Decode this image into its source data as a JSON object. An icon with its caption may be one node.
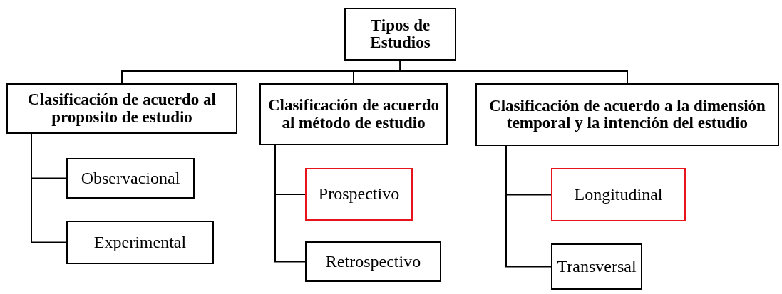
{
  "diagram": {
    "nodes": [
      {
        "text": [
          "Tipos de Estudios"
        ]
      },
      {
        "text": [
          "Clasificación de acuerdo al proposito de estudio"
        ]
      },
      {
        "text": [
          "Clasificación de acuerdo al método de estudio"
        ]
      },
      {
        "text": [
          "Clasificación de acuerdo a la dimensión temporal y la intención del estudio"
        ]
      },
      {
        "text": [
          "Observacional"
        ]
      },
      {
        "text": [
          "Experimental"
        ]
      },
      {
        "text": [
          "Prospectivo"
        ]
      },
      {
        "text": [
          "Retrospectivo"
        ]
      },
      {
        "text": [
          "Longitudinal"
        ]
      },
      {
        "text": [
          "Transversal"
        ]
      }
    ],
    "edges": [
      {
        "from": 0,
        "to": 1,
        "arrow": "none"
      },
      {
        "from": 0,
        "to": 2,
        "arrow": "none"
      },
      {
        "from": 0,
        "to": 3,
        "arrow": "none"
      },
      {
        "from": 1,
        "to": 4,
        "arrow": "none"
      },
      {
        "from": 1,
        "to": 5,
        "arrow": "none"
      },
      {
        "from": 2,
        "to": 6,
        "arrow": "none"
      },
      {
        "from": 2,
        "to": 7,
        "arrow": "none"
      },
      {
        "from": 3,
        "to": 8,
        "arrow": "none"
      },
      {
        "from": 3,
        "to": 9,
        "arrow": "none"
      }
    ]
  }
}
